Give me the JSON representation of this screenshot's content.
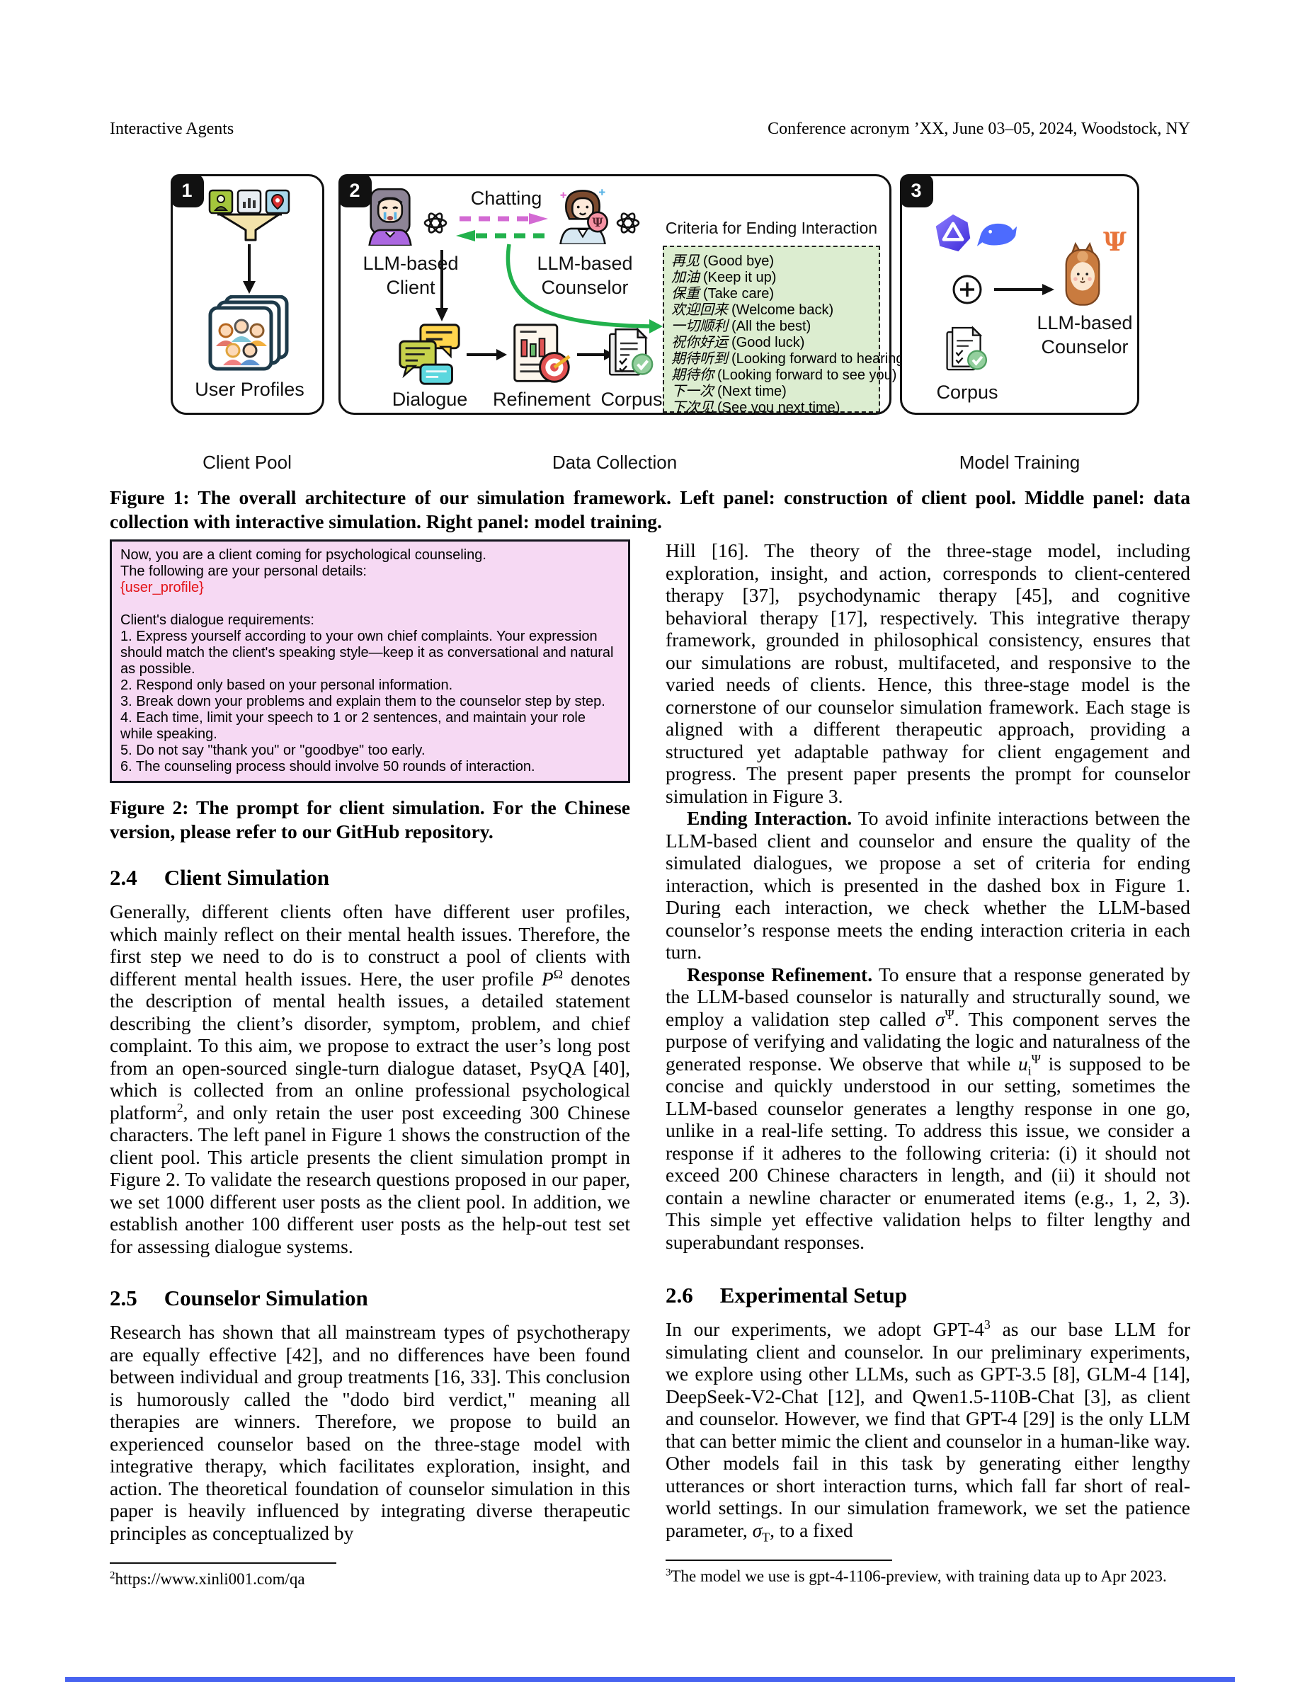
{
  "header": {
    "left": "Interactive Agents",
    "right": "Conference acronym ’XX, June 03–05, 2024, Woodstock, NY"
  },
  "figure1": {
    "badges": [
      "1",
      "2",
      "3"
    ],
    "panel1": {
      "user_profiles": "User Profiles"
    },
    "panel2": {
      "chatting": "Chatting",
      "client_label": "LLM-based Client",
      "counselor_label": "LLM-based Counselor",
      "dialogue": "Dialogue",
      "refinement": "Refinement",
      "corpus": "Corpus",
      "criteria_title": "Criteria for Ending Interaction",
      "criteria": [
        {
          "zh": "再见",
          "en": "(Good bye)"
        },
        {
          "zh": "加油",
          "en": "(Keep it up)"
        },
        {
          "zh": "保重",
          "en": "(Take care)"
        },
        {
          "zh": "欢迎回来",
          "en": "(Welcome back)"
        },
        {
          "zh": "一切顺利",
          "en": "(All the best)"
        },
        {
          "zh": "祝你好运",
          "en": "(Good luck)"
        },
        {
          "zh": "期待听到",
          "en": "(Looking forward to hearing)"
        },
        {
          "zh": "期待你",
          "en": "(Looking forward to see you)"
        },
        {
          "zh": "下一次",
          "en": "(Next time)"
        },
        {
          "zh": "下次见",
          "en": "(See you next time)"
        }
      ]
    },
    "panel3": {
      "counselor_label": "LLM-based Counselor",
      "corpus": "Corpus",
      "psi": "Ψ"
    },
    "footer_labels": [
      "Client Pool",
      "Data Collection",
      "Model Training"
    ],
    "caption": "Figure 1: The overall architecture of our simulation framework. Left panel: construction of client pool. Middle panel: data collection with interactive simulation. Right panel: model training."
  },
  "figure2": {
    "lines": [
      "Now, you are a client coming for psychological counseling.",
      "The following are your personal details:",
      "{user_profile}",
      "Client's dialogue requirements:",
      "1. Express yourself according to your own chief complaints. Your expression should match the client's speaking style—keep it as conversational and natural as possible.",
      "2. Respond only based on your personal information.",
      "3. Break down your problems and explain them to the counselor step by step.",
      "4. Each time, limit your speech to 1 or 2 sentences, and maintain your role while speaking.",
      "5. Do not say \"thank you\" or \"goodbye\" too early.",
      "6. The counseling process should involve 50 rounds of interaction."
    ],
    "caption": "Figure 2: The prompt for client simulation. For the Chinese version, please refer to our GitHub repository."
  },
  "sections": {
    "s24": {
      "number": "2.4",
      "title": "Client Simulation",
      "body": "Generally, different clients often have different user profiles, which mainly reflect on their mental health issues. Therefore, the first step we need to do is to construct a pool of clients with different mental health issues. Here, the user profile <i>P</i><sup>Ω</sup> denotes the description of mental health issues, a detailed statement describing the client’s disorder, symptom, problem, and chief complaint. To this aim, we propose to extract the user’s long post from an open-sourced single-turn dialogue dataset, PsyQA [40], which is collected from an online professional psychological platform<sup>2</sup>, and only retain the user post exceeding 300 Chinese characters. The left panel in Figure 1 shows the construction of the client pool. This article presents the client simulation prompt in Figure 2. To validate the research questions proposed in our paper, we set 1000 different user posts as the client pool. In addition, we establish another 100 different user posts as the help-out test set for assessing dialogue systems."
    },
    "s25": {
      "number": "2.5",
      "title": "Counselor Simulation",
      "body": "Research has shown that all mainstream types of psychotherapy are equally effective [42], and no differences have been found between individual and group treatments [16, 33]. This conclusion is humorously called the \"dodo bird verdict,\" meaning all therapies are winners. Therefore, we propose to build an experienced counselor based on the three-stage model with integrative therapy, which facilitates exploration, insight, and action. The theoretical foundation of counselor simulation in this paper is heavily influenced by integrating diverse therapeutic principles as conceptualized by"
    },
    "s26": {
      "number": "2.6",
      "title": "Experimental Setup",
      "body": "In our experiments, we adopt GPT-4<sup>3</sup> as our base LLM for simulating client and counselor. In our preliminary experiments, we explore using other LLMs, such as GPT-3.5 [8], GLM-4 [14], DeepSeek-V2-Chat [12], and Qwen1.5-110B-Chat [3], as client and counselor. However, we find that GPT-4 [29] is the only LLM that can better mimic the client and counselor in a human-like way. Other models fail in this task by generating either lengthy utterances or short interaction turns, which fall far short of real-world settings. In our simulation framework, we set the patience parameter, <i>σ</i><sub>T</sub>, to a fixed"
    }
  },
  "right_column": {
    "p1": "Hill [16]. The theory of the three-stage model, including exploration, insight, and action, corresponds to client-centered therapy [37], psychodynamic therapy [45], and cognitive behavioral therapy [17], respectively. This integrative therapy framework, grounded in philosophical consistency, ensures that our simulations are robust, multifaceted, and responsive to the varied needs of clients. Hence, this three-stage model is the cornerstone of our counselor simulation framework. Each stage is aligned with a different therapeutic approach, providing a structured yet adaptable pathway for client engagement and progress. The present paper presents the prompt for counselor simulation in Figure 3.",
    "p2": "<b>Ending Interaction.</b> To avoid infinite interactions between the LLM-based client and counselor and ensure the quality of the simulated dialogues, we propose a set of criteria for ending interaction, which is presented in the dashed box in Figure 1. During each interaction, we check whether the LLM-based counselor’s response meets the ending interaction criteria in each turn.",
    "p3": "<b>Response Refinement.</b> To ensure that a response generated by the LLM-based counselor is naturally and structurally sound, we employ a validation step called <i>σ</i><sup>Ψ</sup>. This component serves the purpose of verifying and validating the logic and naturalness of the generated response. We observe that while <i>u</i><sub>i</sub><sup>Ψ</sup> is supposed to be concise and quickly understood in our setting, sometimes the LLM-based counselor generates a lengthy response in one go, unlike in a real-life setting. To address this issue, we consider a response if it adheres to the following criteria: (i) it should not exceed 200 Chinese characters in length, and (ii) it should not contain a newline character or enumerated items (e.g., 1, 2, 3). This simple yet effective validation helps to filter lengthy and superabundant responses."
  },
  "footnotes": {
    "left_marker": "2",
    "left_url": "https://www.xinli001.com/qa",
    "right_marker": "3",
    "right_text": "The model we use is gpt-4-1106-preview, with training data up to Apr 2023."
  }
}
